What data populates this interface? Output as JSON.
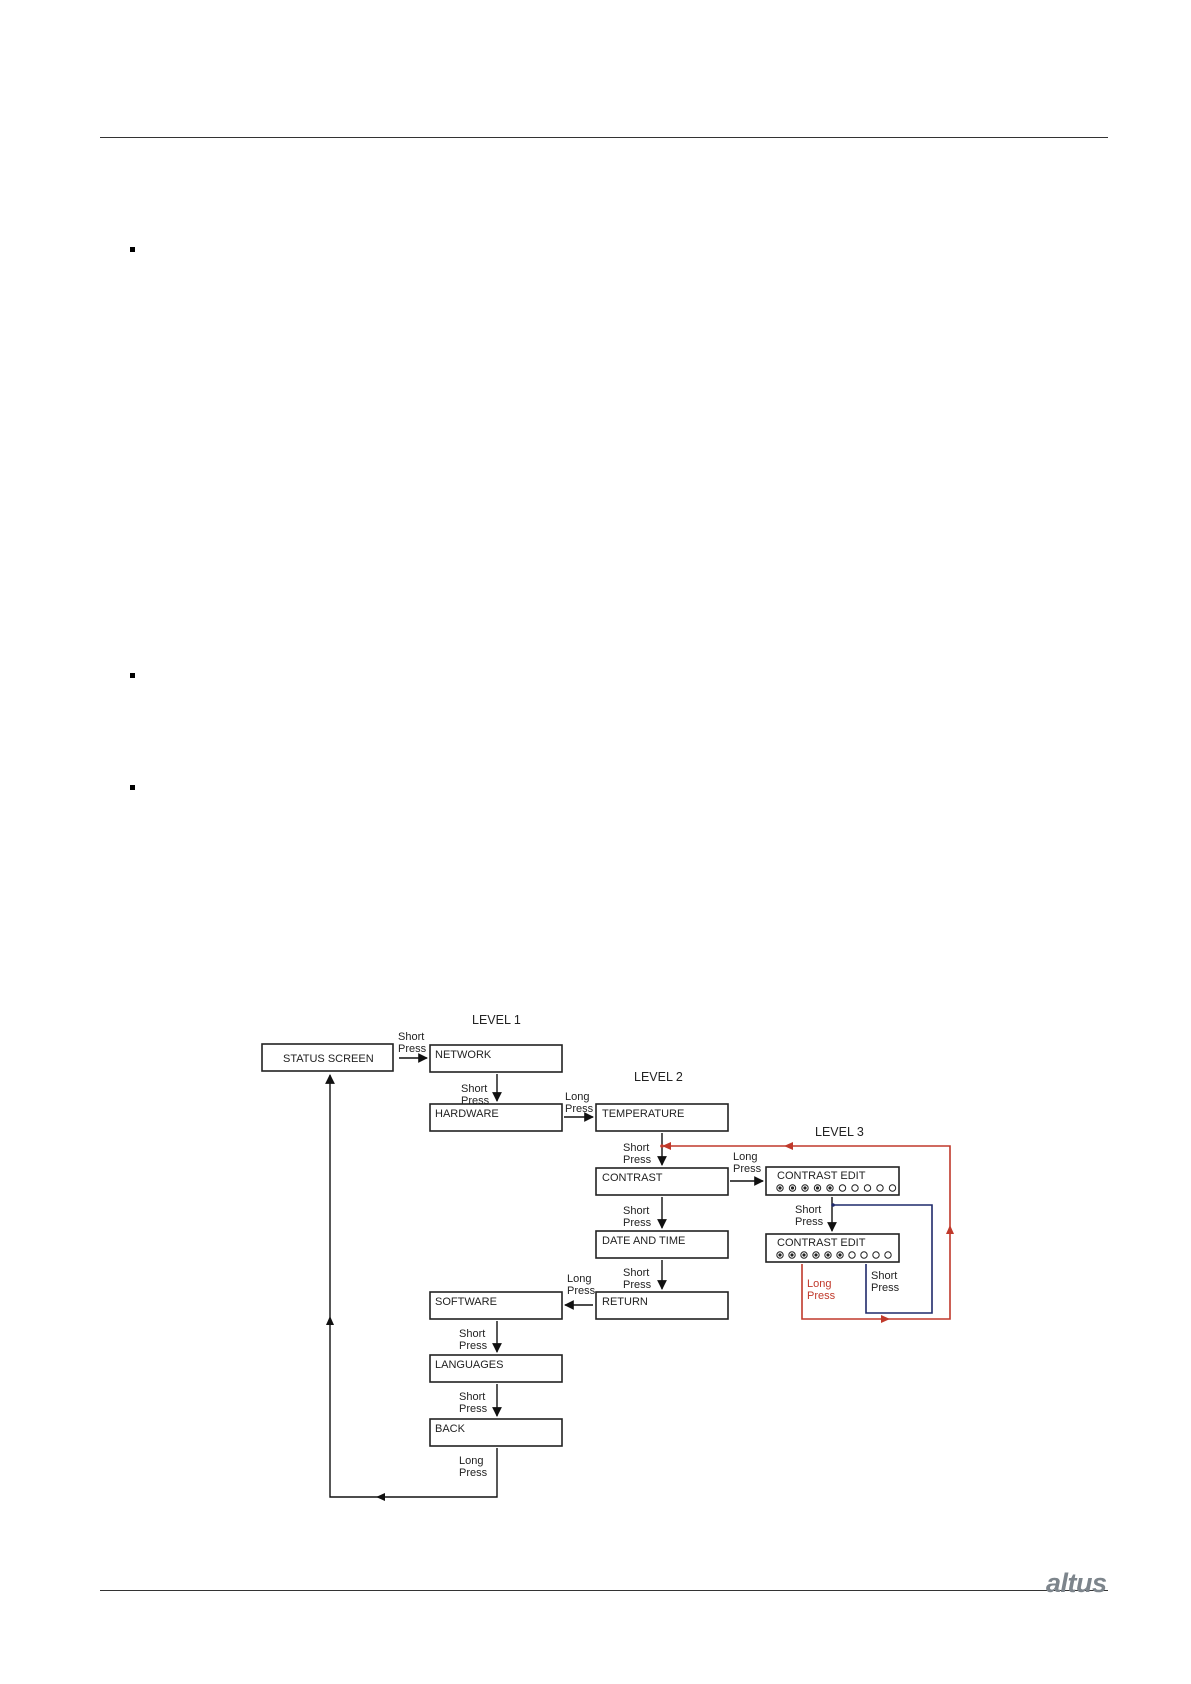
{
  "diagram": {
    "levels": {
      "level1": "LEVEL 1",
      "level2": "LEVEL  2",
      "level3": "LEVEL 3"
    },
    "boxes": {
      "status": "STATUS SCREEN",
      "network": "NETWORK",
      "hardware": "HARDWARE",
      "temperature": "TEMPERATURE",
      "contrast": "CONTRAST",
      "date_time": "DATE AND TIME",
      "return": "RETURN",
      "software": "SOFTWARE",
      "languages": "LANGUAGES",
      "back": "BACK",
      "contrast_edit_1": "CONTRAST EDIT",
      "contrast_edit_2": "CONTRAST EDIT"
    },
    "contrast_levels": {
      "edit_1_filled": 5,
      "edit_2_filled": 6,
      "total": 10
    },
    "labels": {
      "short": "Short",
      "long": "Long",
      "press": "Press"
    },
    "colors": {
      "red": "#c0392b",
      "navy": "#1f2a6b"
    }
  },
  "footer": {
    "logo": "altus"
  }
}
